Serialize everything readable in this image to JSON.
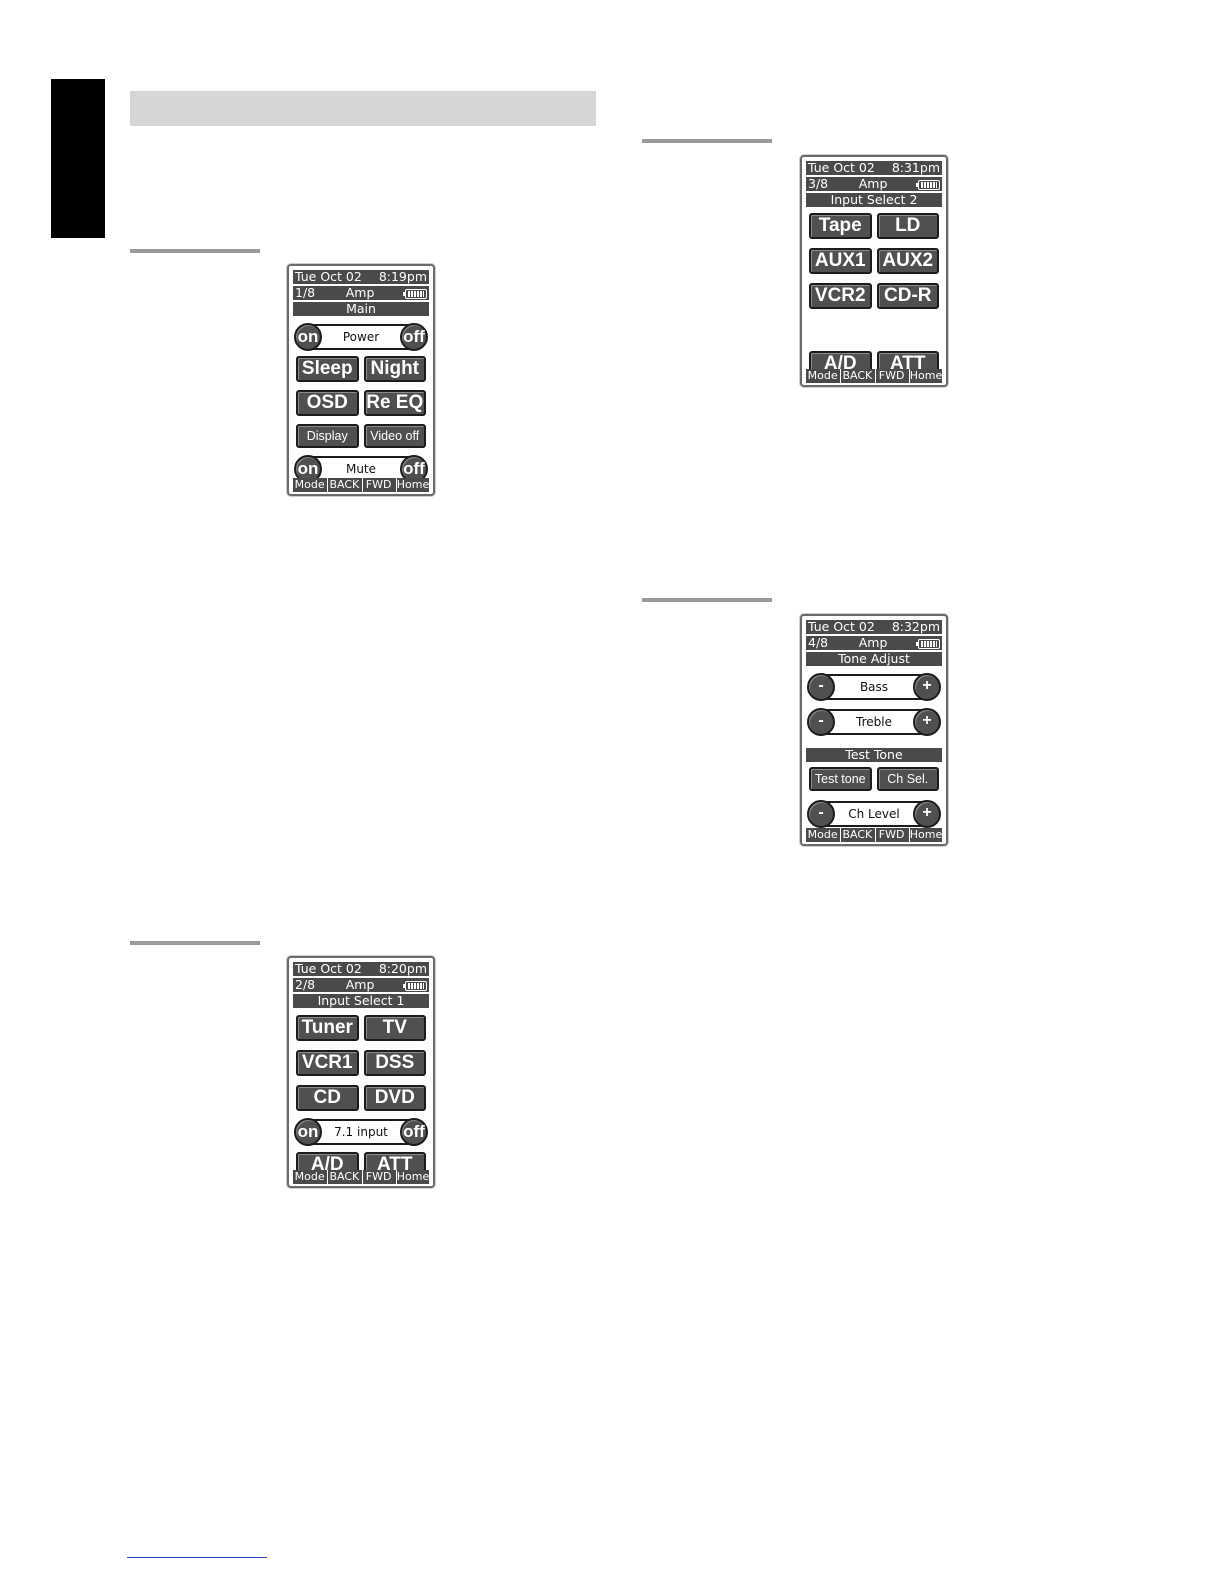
{
  "screens": {
    "main": {
      "date": "Tue Oct 02",
      "time": "8:19pm",
      "page": "1/8",
      "device": "Amp",
      "title": "Main",
      "power": {
        "label": "Power",
        "on": "on",
        "off": "off"
      },
      "buttons": [
        "Sleep",
        "Night",
        "OSD",
        "Re EQ"
      ],
      "small_buttons": [
        "Display",
        "Video off"
      ],
      "mute": {
        "label": "Mute",
        "on": "on",
        "off": "off"
      }
    },
    "input1": {
      "date": "Tue Oct 02",
      "time": "8:20pm",
      "page": "2/8",
      "device": "Amp",
      "title": "Input Select 1",
      "buttons": [
        "Tuner",
        "TV",
        "VCR1",
        "DSS",
        "CD",
        "DVD"
      ],
      "input71": {
        "label": "7.1 input",
        "on": "on",
        "off": "off"
      },
      "bottom_buttons": [
        "A/D",
        "ATT"
      ]
    },
    "input2": {
      "date": "Tue Oct 02",
      "time": "8:31pm",
      "page": "3/8",
      "device": "Amp",
      "title": "Input Select 2",
      "buttons": [
        "Tape",
        "LD",
        "AUX1",
        "AUX2",
        "VCR2",
        "CD-R"
      ],
      "bottom_buttons": [
        "A/D",
        "ATT"
      ]
    },
    "tone": {
      "date": "Tue Oct 02",
      "time": "8:32pm",
      "page": "4/8",
      "device": "Amp",
      "title": "Tone Adjust",
      "bass": {
        "label": "Bass",
        "minus": "-",
        "plus": "+"
      },
      "treble": {
        "label": "Treble",
        "minus": "-",
        "plus": "+"
      },
      "test_title": "Test Tone",
      "test_buttons": [
        "Test tone",
        "Ch Sel."
      ],
      "ch_level": {
        "label": "Ch Level",
        "minus": "-",
        "plus": "+"
      }
    }
  },
  "footer_nav": [
    "Mode",
    "BACK",
    "FWD",
    "Home"
  ]
}
